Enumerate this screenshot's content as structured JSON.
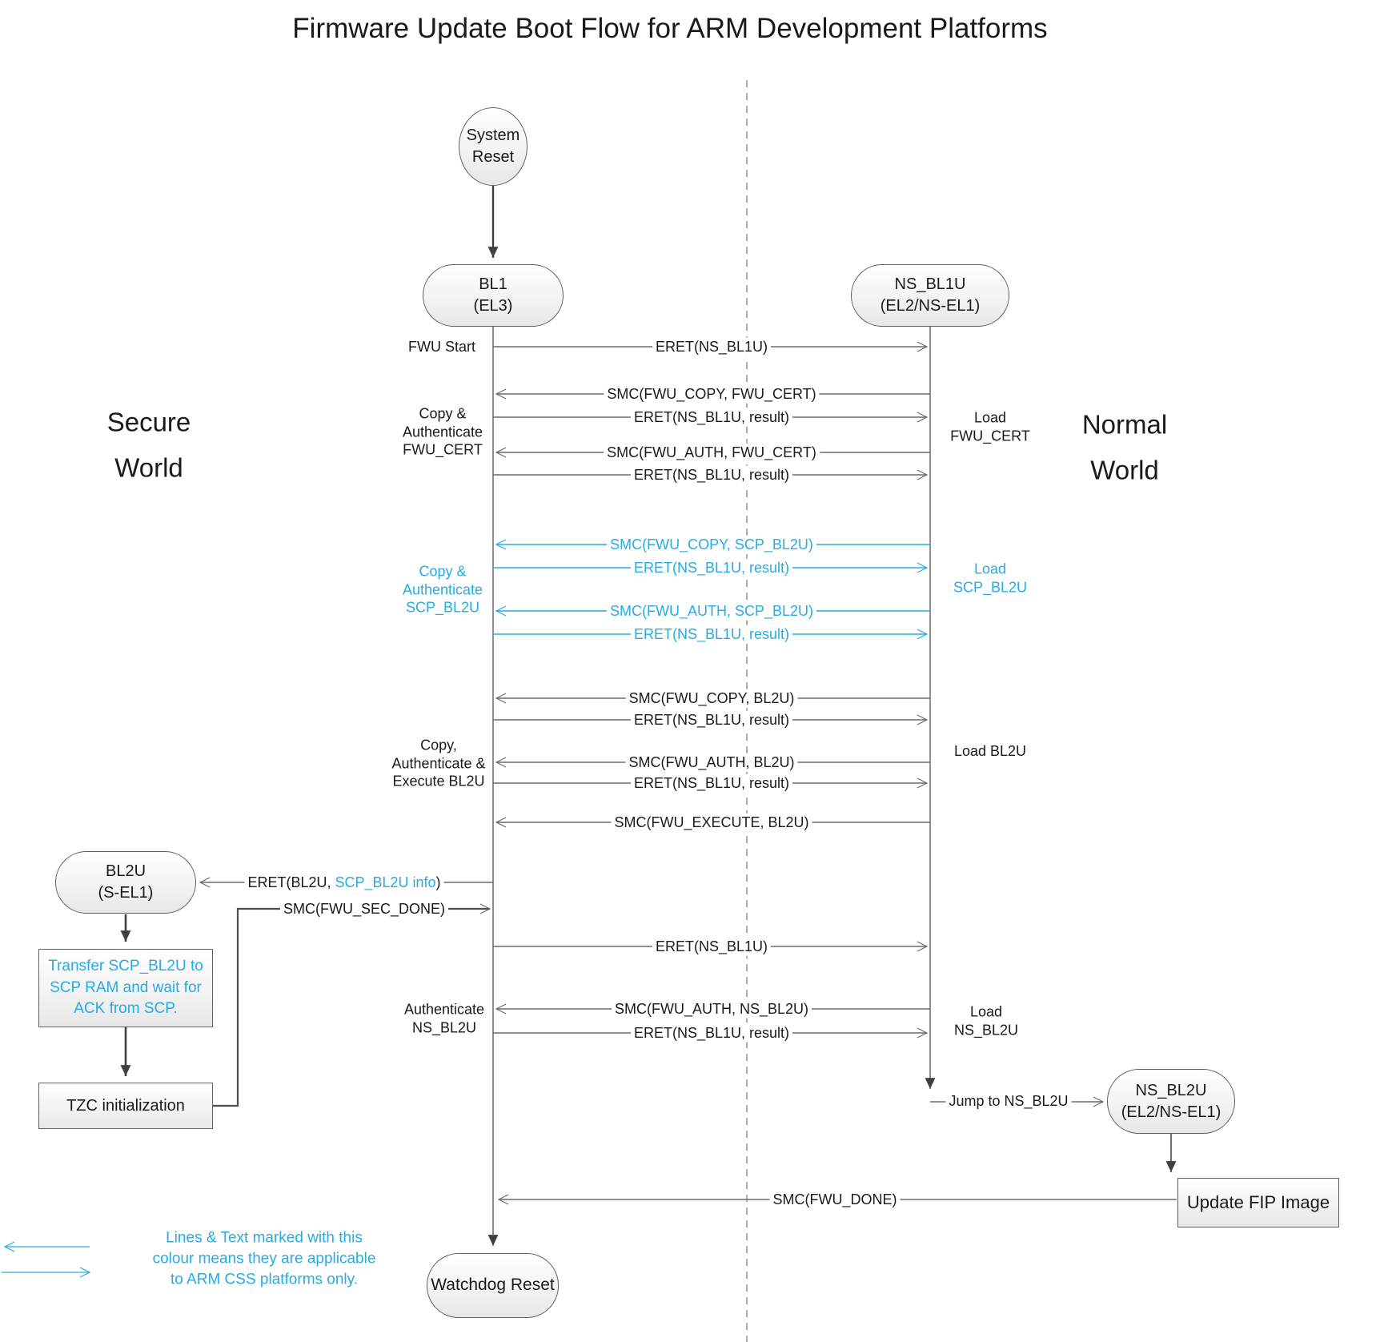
{
  "title": "Firmware Update Boot Flow for ARM Development Platforms",
  "colors": {
    "accent_blue": "#29ABE2",
    "line_gray": "#6b6b6b",
    "arrow_dark": "#404040",
    "text": "#1a1a1a"
  },
  "worlds": {
    "secure": "Secure\nWorld",
    "normal": "Normal\nWorld"
  },
  "nodes": {
    "system_reset": {
      "l1": "System",
      "l2": "Reset"
    },
    "bl1": {
      "l1": "BL1",
      "l2": "(EL3)"
    },
    "ns_bl1u": {
      "l1": "NS_BL1U",
      "l2": "(EL2/NS-EL1)"
    },
    "bl2u": {
      "l1": "BL2U",
      "l2": "(S-EL1)"
    },
    "transfer_scp": {
      "l1": "Transfer SCP_BL2U to",
      "l2": "SCP RAM and wait for",
      "l3": "ACK from SCP."
    },
    "tzc": {
      "l1": "TZC initialization"
    },
    "ns_bl2u": {
      "l1": "NS_BL2U",
      "l2": "(EL2/NS-EL1)"
    },
    "update_fip": {
      "l1": "Update FIP Image"
    },
    "watchdog": {
      "l1": "Watchdog Reset"
    }
  },
  "left_labels": {
    "fwu_start": "FWU Start",
    "copy_auth_fwu_cert": {
      "l1": "Copy &",
      "l2": "Authenticate",
      "l3": "FWU_CERT"
    },
    "copy_auth_scp_bl2u": {
      "l1": "Copy &",
      "l2": "Authenticate",
      "l3": "SCP_BL2U"
    },
    "copy_auth_exec_bl2u": {
      "l1": "Copy,",
      "l2": "Authenticate &",
      "l3": "Execute BL2U"
    },
    "auth_ns_bl2u": {
      "l1": "Authenticate",
      "l2": "NS_BL2U"
    }
  },
  "right_labels": {
    "load_fwu_cert": {
      "l1": "Load",
      "l2": "FWU_CERT"
    },
    "load_scp_bl2u": {
      "l1": "Load",
      "l2": "SCP_BL2U"
    },
    "load_bl2u": {
      "l1": "Load BL2U"
    },
    "load_ns_bl2u": {
      "l1": "Load",
      "l2": "NS_BL2U"
    }
  },
  "messages": [
    {
      "label": "ERET(NS_BL1U)"
    },
    {
      "label": "SMC(FWU_COPY, FWU_CERT)"
    },
    {
      "label": "ERET(NS_BL1U, result)"
    },
    {
      "label": "SMC(FWU_AUTH, FWU_CERT)"
    },
    {
      "label": "ERET(NS_BL1U, result)"
    },
    {
      "label": "SMC(FWU_COPY, SCP_BL2U)",
      "arm_css_only": true
    },
    {
      "label": "ERET(NS_BL1U, result)",
      "arm_css_only": true
    },
    {
      "label": "SMC(FWU_AUTH, SCP_BL2U)",
      "arm_css_only": true
    },
    {
      "label": "ERET(NS_BL1U, result)",
      "arm_css_only": true
    },
    {
      "label": "SMC(FWU_COPY, BL2U)"
    },
    {
      "label": "ERET(NS_BL1U, result)"
    },
    {
      "label": "SMC(FWU_AUTH, BL2U)"
    },
    {
      "label": "ERET(NS_BL1U, result)"
    },
    {
      "label": "SMC(FWU_EXECUTE, BL2U)"
    },
    {
      "prefix": "ERET(BL2U, ",
      "accent": "SCP_BL2U info",
      "suffix": ")"
    },
    {
      "label": "SMC(FWU_SEC_DONE)"
    },
    {
      "label": "ERET(NS_BL1U)"
    },
    {
      "label": "SMC(FWU_AUTH, NS_BL2U)"
    },
    {
      "label": "ERET(NS_BL1U, result)"
    },
    {
      "label": "SMC(FWU_DONE)"
    },
    {
      "label": "Jump to NS_BL2U"
    }
  ],
  "legend": {
    "text": "Lines & Text marked with this\ncolour means they are applicable\nto ARM CSS platforms only."
  }
}
